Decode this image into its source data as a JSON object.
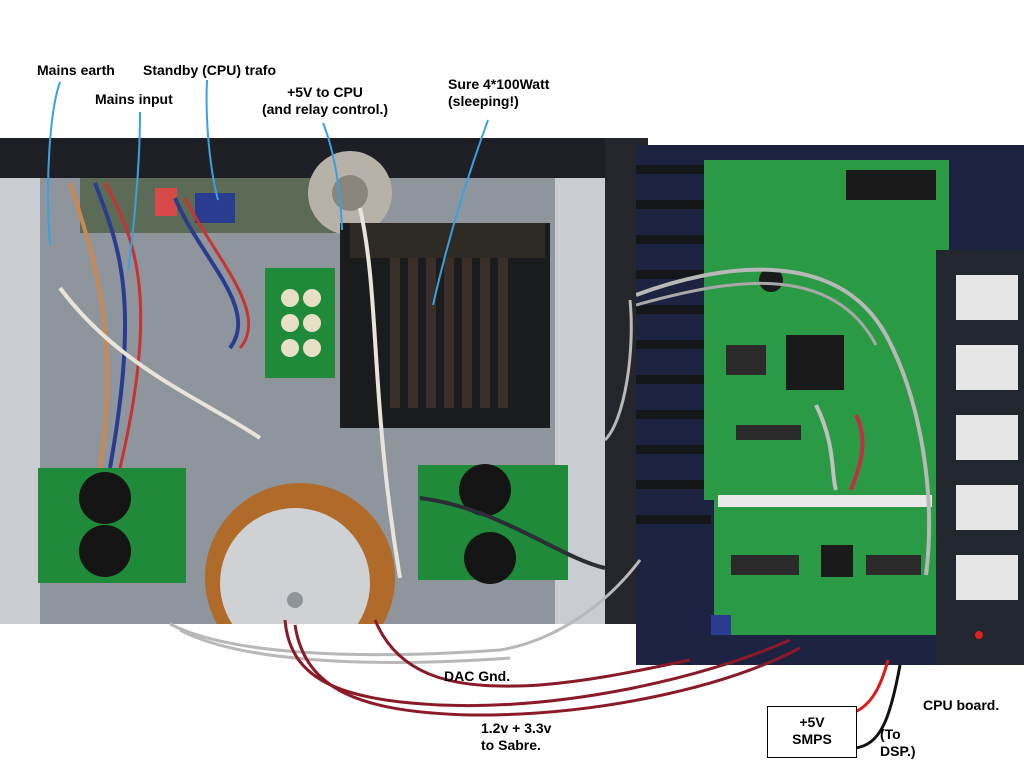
{
  "labels": {
    "mains_earth": "Mains earth",
    "standby_trafo": "Standby (CPU) trafo",
    "mains_input": "Mains input",
    "cpu5v_line1": "+5V to CPU",
    "cpu5v_line2": "(and relay control.)",
    "amp_line1": "Sure 4*100Watt",
    "amp_line2": "(sleeping!)",
    "dac_gnd": "DAC Gnd.",
    "sabre_line1": "1.2v + 3.3v",
    "sabre_line2": "to Sabre.",
    "smps_line1": "+5V",
    "smps_line2": "SMPS",
    "dsp_line1": "(To",
    "dsp_line2": "DSP.)",
    "cpu_board": "CPU board."
  },
  "colors": {
    "leader_line": "#3aa0e0",
    "wire_red": "#8a1a28",
    "wire_grey": "#b8b8b8",
    "pcb_green": "#1f8a3a",
    "chassis_grey": "#8f959c"
  }
}
